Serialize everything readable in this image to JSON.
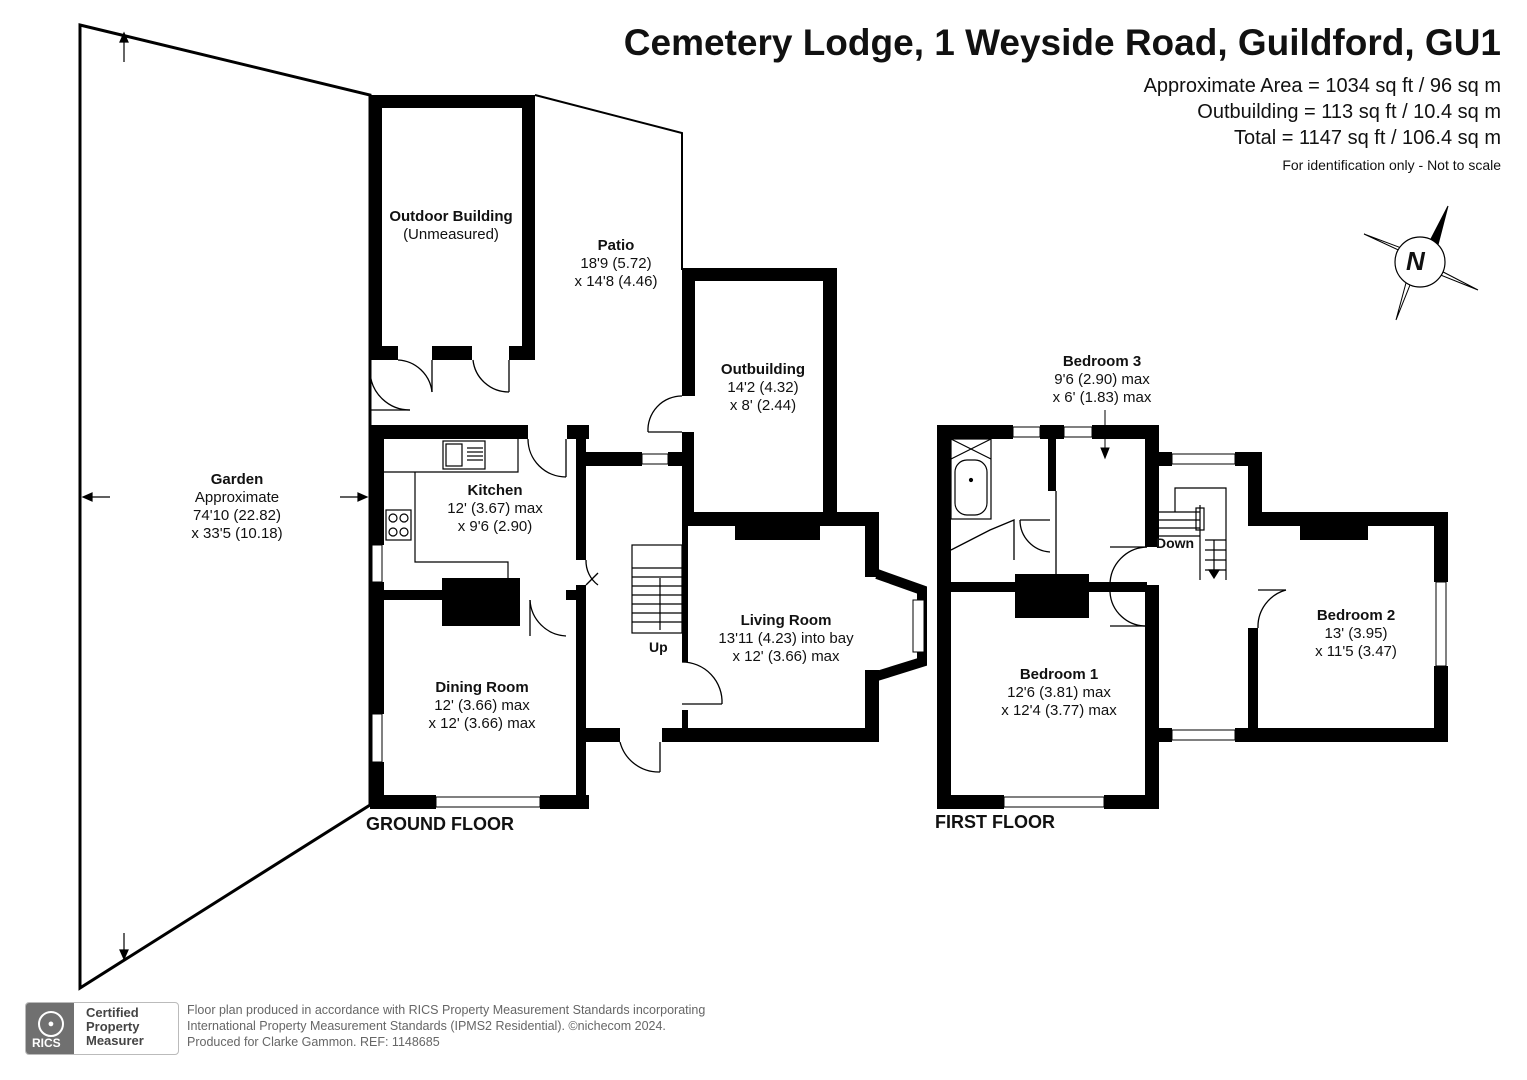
{
  "header": {
    "title": "Cemetery Lodge, 1 Weyside Road, Guildford, GU1",
    "area_approx": "Approximate Area = 1034 sq ft / 96 sq m",
    "area_outbuilding": "Outbuilding = 113 sq ft / 10.4 sq m",
    "area_total": "Total = 1147 sq ft / 106.4 sq m",
    "note": "For identification only - Not to scale"
  },
  "compass": {
    "letter": "N",
    "icon": "north-arrow-icon"
  },
  "ground_floor": {
    "label": "GROUND FLOOR",
    "rooms": {
      "garden": {
        "name": "Garden",
        "line1": "Approximate",
        "line2": "74'10 (22.82)",
        "line3": "x 33'5 (10.18)"
      },
      "outdoor_building": {
        "name": "Outdoor Building",
        "line1": "(Unmeasured)"
      },
      "patio": {
        "name": "Patio",
        "line1": "18'9 (5.72)",
        "line2": "x 14'8 (4.46)"
      },
      "outbuilding": {
        "name": "Outbuilding",
        "line1": "14'2 (4.32)",
        "line2": "x 8' (2.44)"
      },
      "kitchen": {
        "name": "Kitchen",
        "line1": "12' (3.67) max",
        "line2": "x 9'6 (2.90)"
      },
      "living_room": {
        "name": "Living Room",
        "line1": "13'11 (4.23) into bay",
        "line2": "x 12' (3.66) max"
      },
      "dining_room": {
        "name": "Dining Room",
        "line1": "12' (3.66) max",
        "line2": "x 12' (3.66) max"
      }
    },
    "stairs_label": "Up"
  },
  "first_floor": {
    "label": "FIRST FLOOR",
    "rooms": {
      "bedroom1": {
        "name": "Bedroom 1",
        "line1": "12'6 (3.81) max",
        "line2": "x 12'4 (3.77) max"
      },
      "bedroom2": {
        "name": "Bedroom 2",
        "line1": "13' (3.95)",
        "line2": "x 11'5 (3.47)"
      },
      "bedroom3": {
        "name": "Bedroom 3",
        "line1": "9'6 (2.90) max",
        "line2": "x 6' (1.83) max"
      }
    },
    "stairs_label": "Down"
  },
  "footer": {
    "badge_word": "RICS",
    "badge_line1": "Certified",
    "badge_line2": "Property",
    "badge_line3": "Measurer",
    "line1": "Floor plan produced in accordance with RICS Property Measurement Standards incorporating",
    "line2": "International Property Measurement Standards (IPMS2 Residential).   ©nichecom 2024.",
    "line3": "Produced for Clarke Gammon.   REF: 1148685"
  }
}
